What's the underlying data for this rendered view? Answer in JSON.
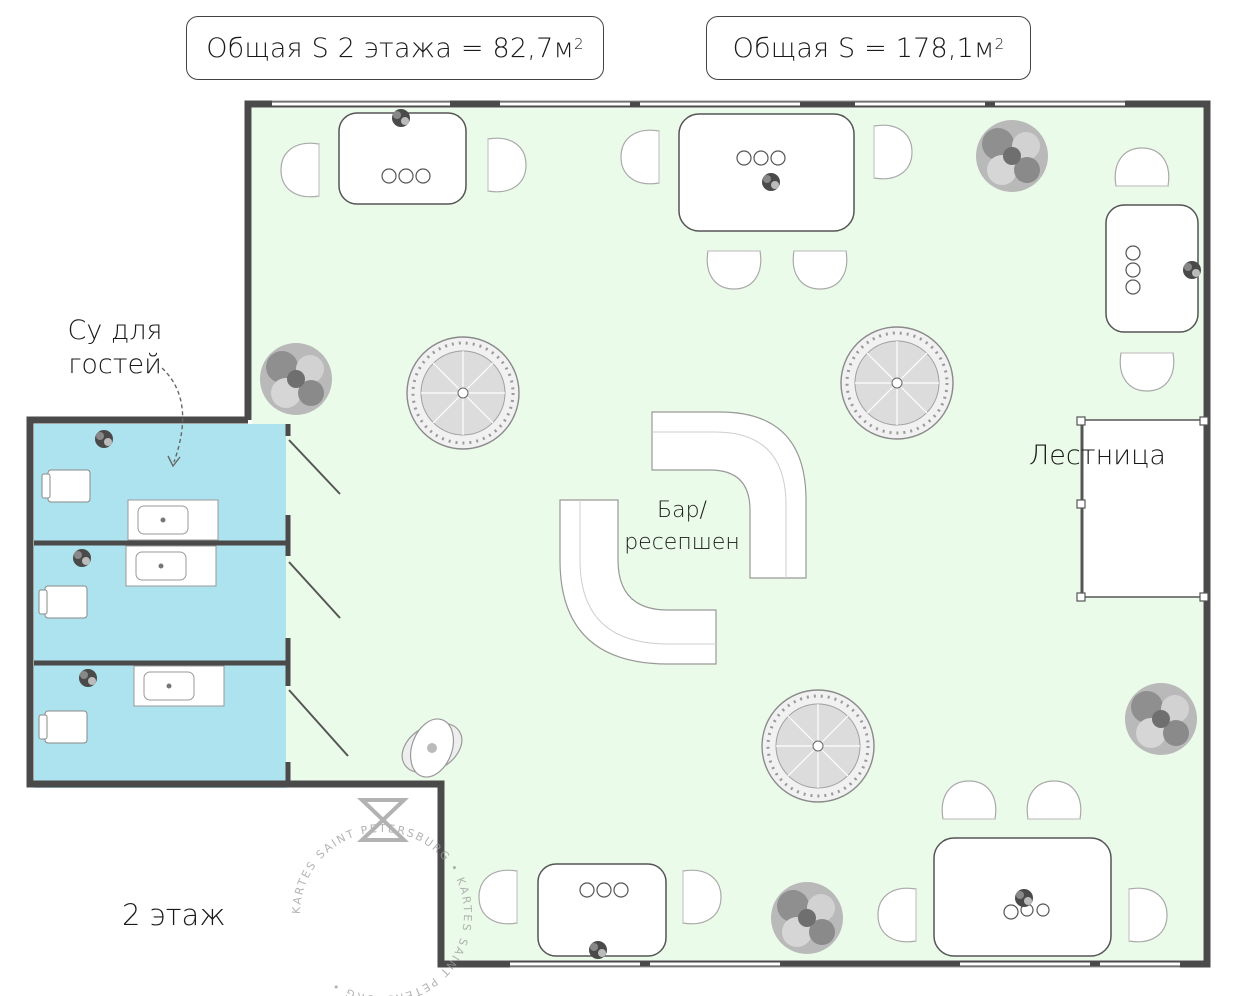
{
  "header": {
    "floor_area": "Общая S 2 этажа = 82,7м",
    "floor_area_sup": "2",
    "total_area": "Общая S = 178,1м",
    "total_area_sup": "2"
  },
  "labels": {
    "wc_line1": "Су для",
    "wc_line2": "гостей",
    "bar_line1": "Бар/",
    "bar_line2": "ресепшен",
    "stairs": "Лестница",
    "floor": "2 этаж"
  },
  "watermark": {
    "text": "KARTES SAINT PETERSBURG • KARTES SAINT PETERSBURG • "
  },
  "colors": {
    "floor_fill": "#ebfbe9",
    "wc_fill": "#ade3ee",
    "wall": "#4a4a4a",
    "furniture_stroke": "#8a8a8a"
  }
}
